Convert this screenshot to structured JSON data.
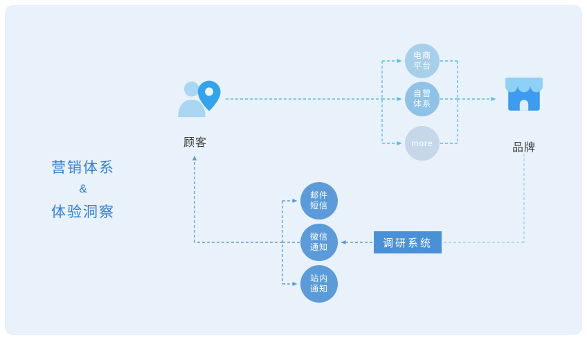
{
  "page": {
    "outer_bg": "#ffffff",
    "panel_bg": "#e9f1fa"
  },
  "side_title": {
    "line1": "营销体系",
    "line2": "&",
    "line3": "体验洞察",
    "color": "#2e80d9"
  },
  "customer": {
    "label": "顾客"
  },
  "brand": {
    "label": "品牌"
  },
  "channels": [
    {
      "line1": "电商",
      "line2": "平台",
      "color": "#a7cfea"
    },
    {
      "line1": "自营",
      "line2": "体系",
      "color": "#8fc2e7"
    },
    {
      "line1": "more",
      "line2": "",
      "color": "#c5d7e8"
    }
  ],
  "notifications": [
    {
      "line1": "邮件",
      "line2": "短信",
      "color": "#5b9bd9"
    },
    {
      "line1": "微信",
      "line2": "通知",
      "color": "#5b9bd9"
    },
    {
      "line1": "站内",
      "line2": "通知",
      "color": "#5b9bd9"
    }
  ],
  "survey": {
    "label": "调研系统",
    "bg": "#4a90d6"
  },
  "colors": {
    "flow_top": "#58bce6",
    "flow_right": "#a6cfec",
    "flow_bottom": "#5b9bd5"
  }
}
